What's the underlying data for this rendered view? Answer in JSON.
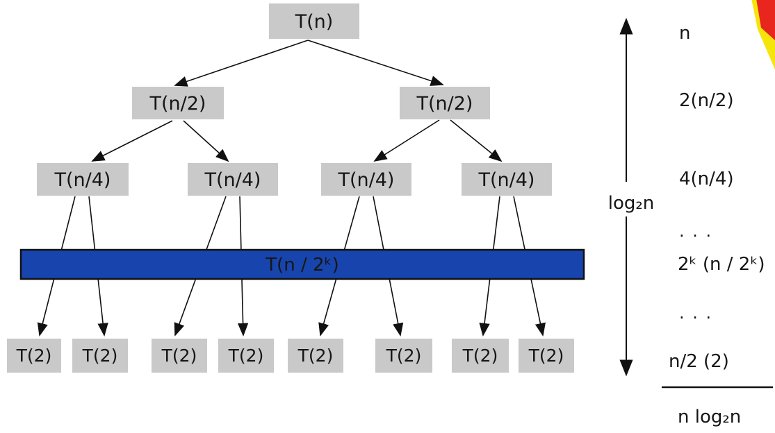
{
  "tree": {
    "root": "T(n)",
    "level1": [
      "T(n/2)",
      "T(n/2)"
    ],
    "level2": [
      "T(n/4)",
      "T(n/4)",
      "T(n/4)",
      "T(n/4)"
    ],
    "bar_label": "T(n / 2ᵏ)",
    "leaves": [
      "T(2)",
      "T(2)",
      "T(2)",
      "T(2)",
      "T(2)",
      "T(2)",
      "T(2)",
      "T(2)"
    ]
  },
  "annotations": {
    "depth_label": "log₂n",
    "level_costs": [
      "n",
      "2(n/2)",
      "4(n/4)",
      ". . .",
      "2ᵏ (n / 2ᵏ)",
      ". . .",
      "n/2 (2)"
    ],
    "total_cost": "n log₂n"
  },
  "colors": {
    "node_fill": "#c9c9c9",
    "bar_fill": "#1745ad",
    "bar_text": "#ffffff",
    "burst_red": "#e8261d",
    "burst_yellow": "#f5e50a"
  }
}
